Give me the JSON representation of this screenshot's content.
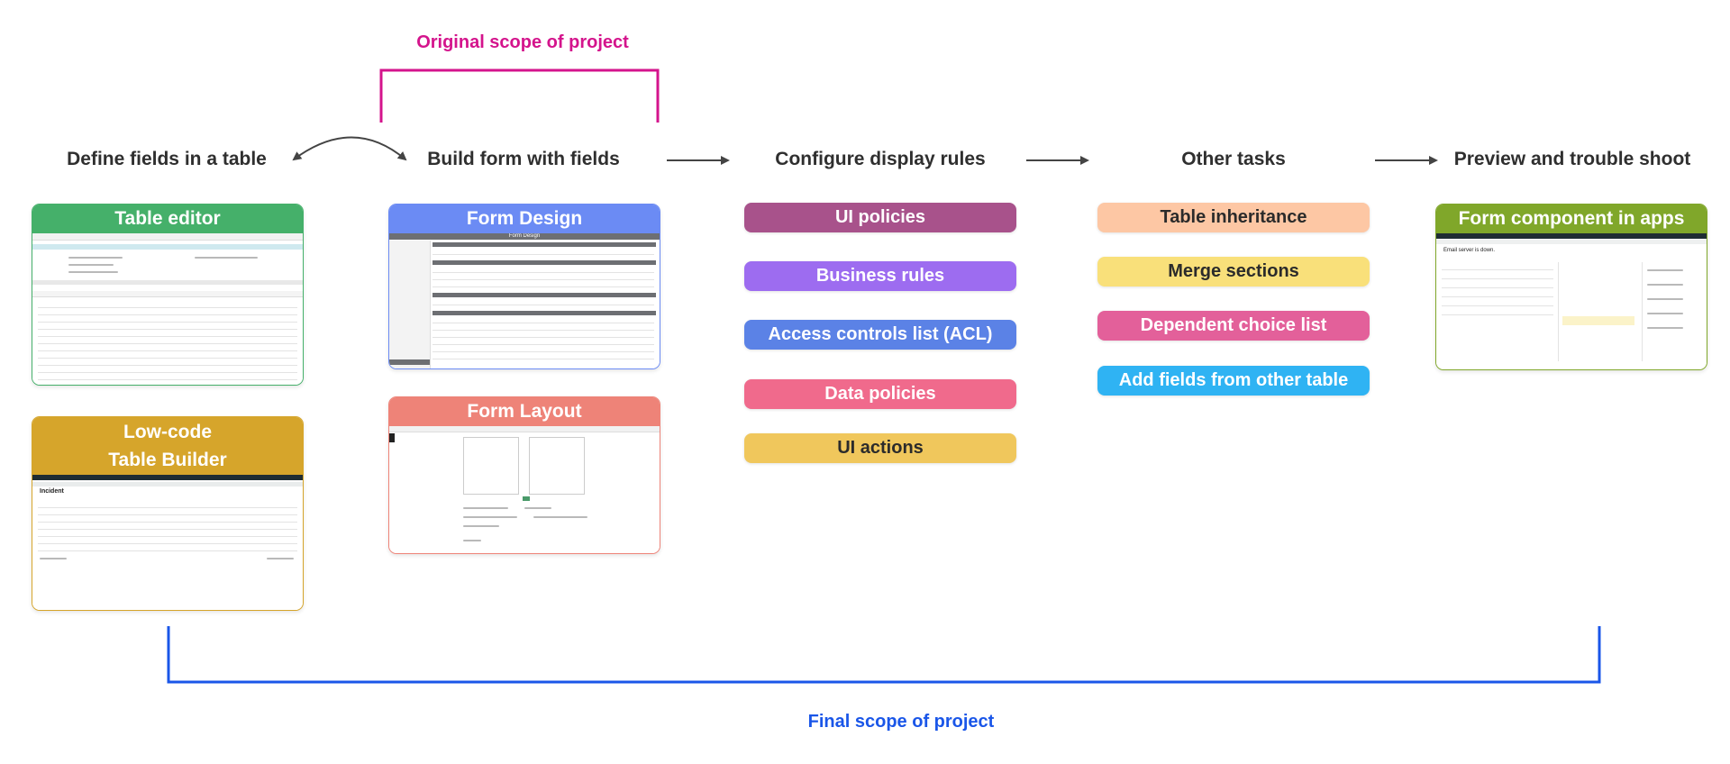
{
  "scope": {
    "original": "Original scope of project",
    "final": "Final scope of project",
    "original_color": "#d4148c",
    "final_color": "#1a56e8"
  },
  "stages": [
    {
      "title": "Define fields in a table"
    },
    {
      "title": "Build form with fields"
    },
    {
      "title": "Configure display rules"
    },
    {
      "title": "Other tasks"
    },
    {
      "title": "Preview and trouble shoot"
    }
  ],
  "cards": {
    "table_editor": {
      "label": "Table editor",
      "color": "#45b06a"
    },
    "low_code_builder": {
      "line1": "Low-code",
      "line2": "Table Builder",
      "color": "#d6a52b"
    },
    "form_design": {
      "label": "Form Design",
      "color": "#6b8bf4",
      "mini_title": "Form Design"
    },
    "form_layout": {
      "label": "Form Layout",
      "color": "#ee8378"
    },
    "form_component": {
      "label": "Form component in apps",
      "color": "#80a72a"
    }
  },
  "display_rules": [
    {
      "label": "UI policies",
      "color": "#a8528b",
      "text_color": "#ffffff"
    },
    {
      "label": "Business rules",
      "color": "#9d6cf0",
      "text_color": "#ffffff"
    },
    {
      "label": "Access controls list (ACL)",
      "color": "#5b82e6",
      "text_color": "#ffffff"
    },
    {
      "label": "Data policies",
      "color": "#f06a8c",
      "text_color": "#ffffff"
    },
    {
      "label": "UI actions",
      "color": "#f0c75c",
      "text_color": "#2b2b2b"
    }
  ],
  "other_tasks": [
    {
      "label": "Table inheritance",
      "color": "#fdc7a4",
      "text_color": "#2b2b2b"
    },
    {
      "label": "Merge sections",
      "color": "#f9e07a",
      "text_color": "#2b2b2b"
    },
    {
      "label": "Dependent choice list",
      "color": "#e3609a",
      "text_color": "#ffffff"
    },
    {
      "label": "Add fields from other table",
      "color": "#2fb3f3",
      "text_color": "#ffffff"
    }
  ],
  "mini": {
    "incident_heading": "Incident",
    "email_heading": "Email server is down."
  }
}
